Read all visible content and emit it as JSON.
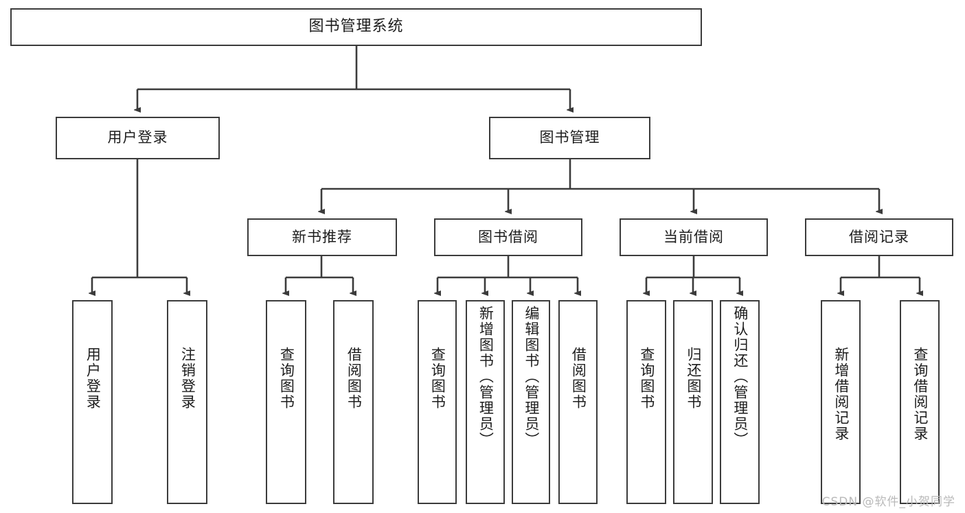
{
  "diagram": {
    "title": "图书管理系统",
    "root": {
      "label": "图书管理系统"
    },
    "level2": [
      {
        "label": "用户登录"
      },
      {
        "label": "图书管理"
      }
    ],
    "level3": [
      {
        "label": "新书推荐"
      },
      {
        "label": "图书借阅"
      },
      {
        "label": "当前借阅"
      },
      {
        "label": "借阅记录"
      }
    ],
    "leaves": {
      "user_login": [
        {
          "label": "用户登录"
        },
        {
          "label": "注销登录"
        }
      ],
      "new_book": [
        {
          "label": "查询图书"
        },
        {
          "label": "借阅图书"
        }
      ],
      "borrow_book": [
        {
          "label": "查询图书"
        },
        {
          "label": "新增图书（管理员）"
        },
        {
          "label": "编辑图书（管理员）"
        },
        {
          "label": "借阅图书"
        }
      ],
      "current_borrow": [
        {
          "label": "查询图书"
        },
        {
          "label": "归还图书"
        },
        {
          "label": "确认归还（管理员）"
        }
      ],
      "borrow_record": [
        {
          "label": "新增借阅记录"
        },
        {
          "label": "查询借阅记录"
        }
      ]
    }
  },
  "watermark": {
    "text": "CSDN @软件_小贺同学"
  },
  "colors": {
    "stroke": "#3b3b3b",
    "text": "#1d1d1d",
    "background": "#ffffff",
    "watermark": "#b9b9b9"
  }
}
